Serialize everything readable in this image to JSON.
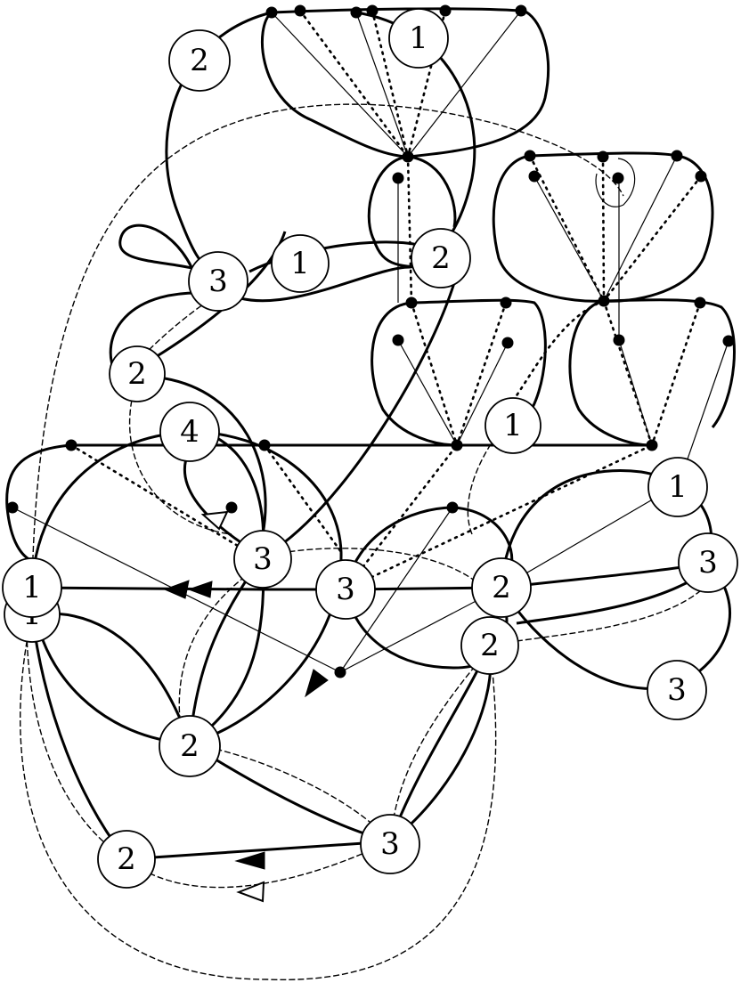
{
  "nodes": [
    {
      "label": "2"
    },
    {
      "label": "1"
    },
    {
      "label": "3"
    },
    {
      "label": "1"
    },
    {
      "label": "2"
    },
    {
      "label": "2"
    },
    {
      "label": "4"
    },
    {
      "label": "1"
    },
    {
      "label": "1"
    },
    {
      "label": "3"
    },
    {
      "label": "3"
    },
    {
      "label": "2"
    },
    {
      "label": "1"
    },
    {
      "label": "2"
    },
    {
      "label": "3"
    },
    {
      "label": "2"
    },
    {
      "label": "2"
    },
    {
      "label": "3"
    },
    {
      "label": "3"
    },
    {
      "label": "1"
    }
  ]
}
